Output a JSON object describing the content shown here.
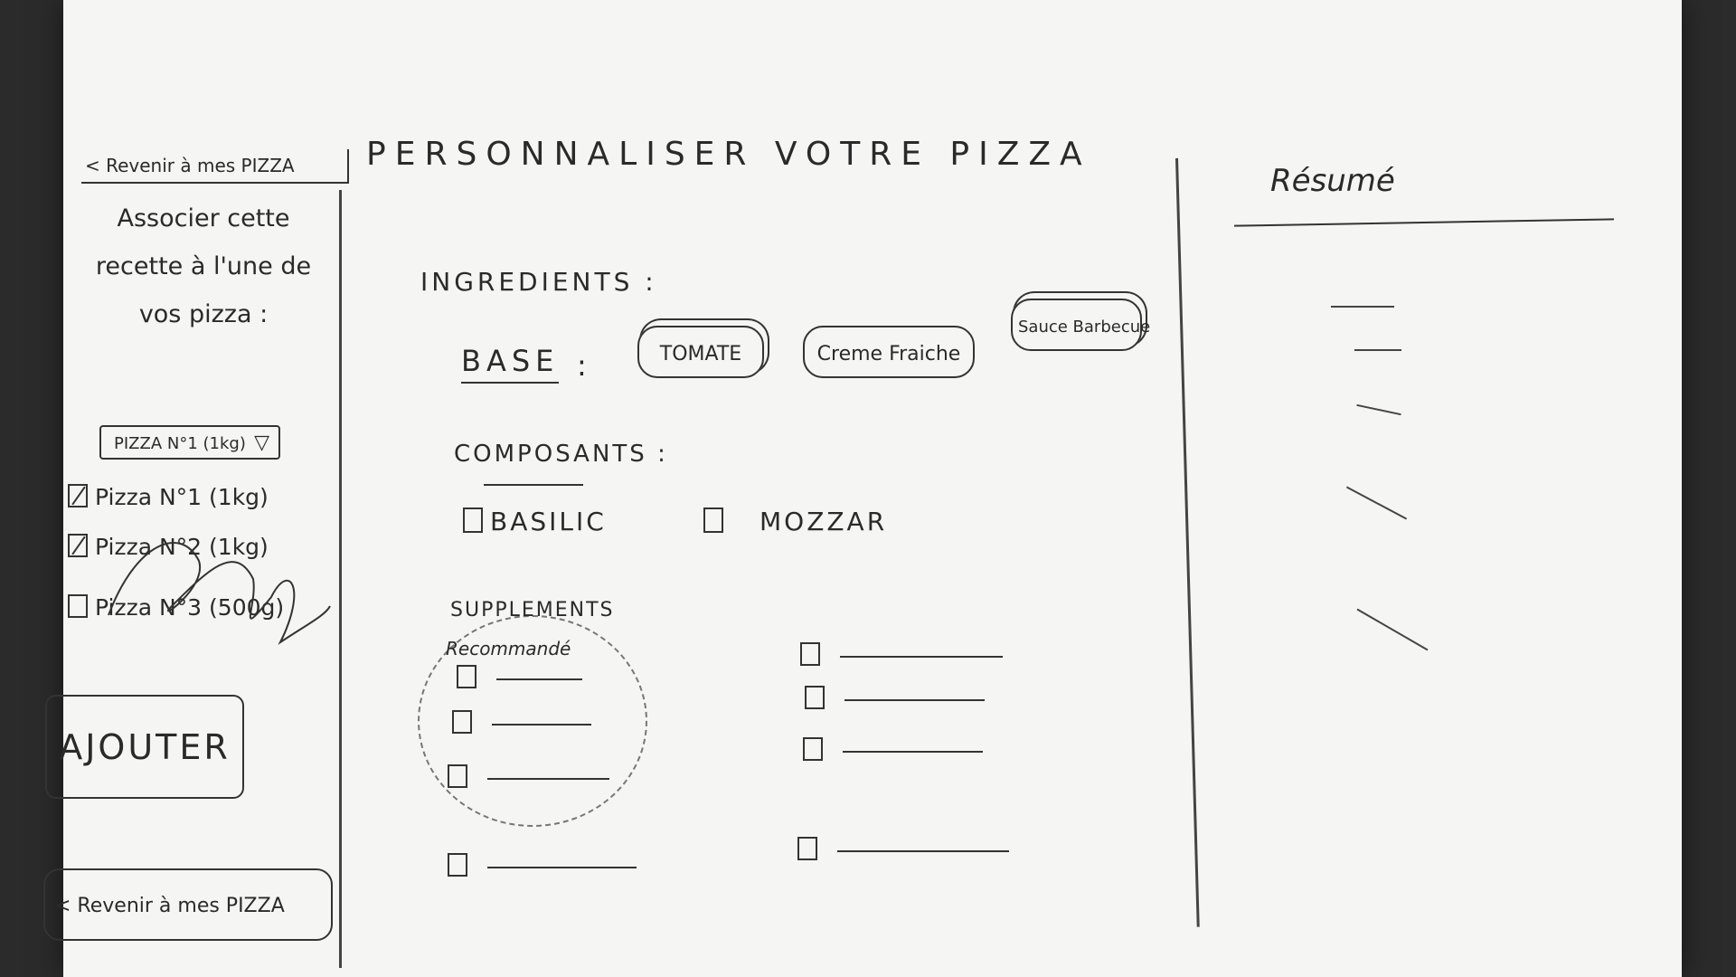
{
  "left_panel": {
    "back_top": "< Revenir à mes PIZZA",
    "assoc_text": "Associer cette recette à l'une de vos pizza :",
    "select_value": "PIZZA N°1 (1kg)",
    "select_arrow": "▽",
    "options": [
      {
        "label": "Pizza N°1 (1kg)",
        "checked": true
      },
      {
        "label": "Pizza N°2 (1kg)",
        "checked": true
      },
      {
        "label": "Pizza N°3 (500g)",
        "checked": false
      }
    ],
    "add_button": "AJOUTER",
    "back_bottom": "< Revenir à mes PIZZA"
  },
  "main": {
    "title": "PERSONNALISER VOTRE PIZZA",
    "ingredients_label": "INGREDIENTS :",
    "base_label": "BASE",
    "base_colon": ":",
    "base_options": [
      "TOMATE",
      "Creme Fraiche",
      "Sauce Barbecue"
    ],
    "composants_label": "COMPOSANTS :",
    "composants": [
      "BASILIC",
      "MOZZAR"
    ],
    "supplements_title": "SUPPLEMENTS",
    "supplements_sub": "Recommandé"
  },
  "right_panel": {
    "title": "Résumé"
  }
}
